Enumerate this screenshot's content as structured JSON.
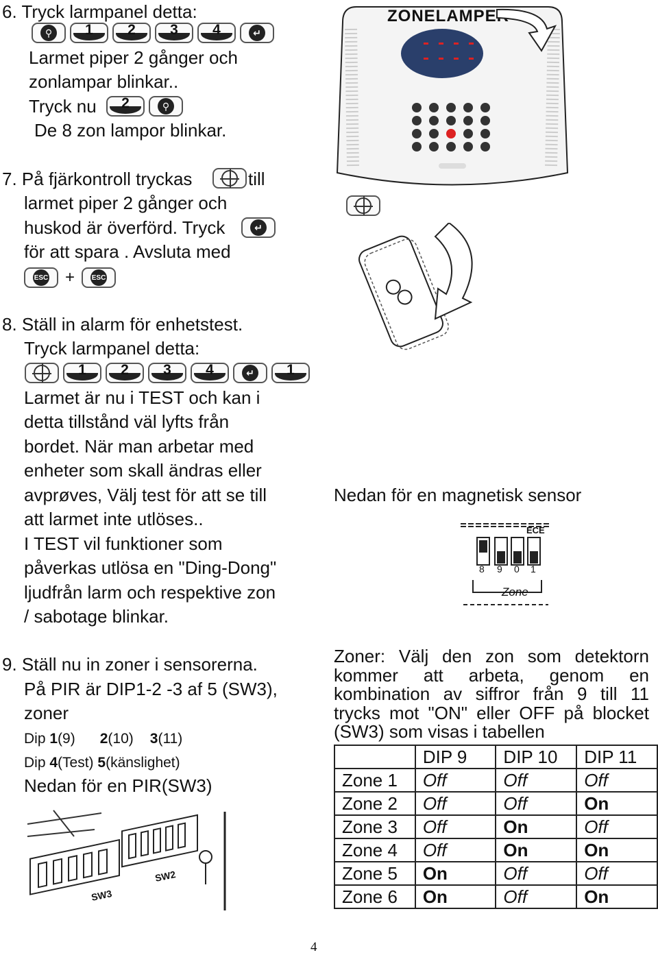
{
  "step6": {
    "title": "6.   Tryck larmpanel detta:",
    "line1": "Larmet piper 2 gånger och",
    "line2": "zonlampar blinkar..",
    "press_now": "Tryck nu",
    "line4": "De 8 zon lampor blinkar.",
    "keys": [
      "key",
      "1",
      "2",
      "3",
      "4",
      "enter"
    ],
    "now_keys": [
      "2",
      "key"
    ]
  },
  "panel": {
    "label": "ZONELAMPER",
    "icon": "alarm-panel-image"
  },
  "step7": {
    "line1a": "7.  På fjärkontroll tryckas",
    "line1b": "till",
    "line2": "larmet piper 2 gånger och",
    "line3": "huskod är överförd. Tryck",
    "line4": "för att spara . Avsluta med",
    "esc_label": "ESC",
    "plus": "+"
  },
  "step8": {
    "title": "8.  Ställ in alarm för enhetstest.",
    "sub": "Tryck larmpanel detta:",
    "keys": [
      "crosshair",
      "1",
      "2",
      "3",
      "4",
      "enter",
      "1"
    ],
    "body": [
      "Larmet är nu i TEST och kan i",
      "detta tillstånd väl lyfts från",
      "bordet. När man arbetar med",
      "enheter som skall ändras eller",
      "avprøves, Välj test för att se till",
      "att larmet inte utlöses..",
      "I TEST vil funktioner som",
      "påverkas utlösa en \"Ding-Dong\"",
      "ljudfrån larm och respektive zon",
      "/ sabotage blinkar."
    ]
  },
  "magnetic": {
    "caption": "Nedan för en magnetisk sensor",
    "zone_label": "Zone",
    "dip_labels": [
      "8",
      "9",
      "0",
      "1"
    ],
    "top_label": "ECE"
  },
  "step9": {
    "title": "9.  Ställ nu in zoner i sensorerna.",
    "line2": "På PIR är DIP1-2 -3 af 5 (SW3),",
    "line3": "zoner",
    "dip_a": {
      "n1": "1",
      "t1": "(9)",
      "n2": "2",
      "t2": "(10)",
      "n3": "3",
      "t3": "(11)",
      "prefix": "Dip "
    },
    "dip_b": {
      "prefix": "Dip ",
      "n1": "4",
      "t1": "(Test) ",
      "n2": "5",
      "t2": "(känslighet)"
    },
    "pir_caption": "Nedan för en PIR(SW3)",
    "sw3": "SW3",
    "sw2": "SW2"
  },
  "zoner_text": [
    "Zoner: Välj den zon som detektorn",
    "kommer att arbeta, genom en",
    "kombination av siffror från 9 till 11",
    "trycks mot \"ON\" eller OFF på blocket",
    "(SW3) som visas i tabellen"
  ],
  "table": {
    "headers": [
      "",
      "DIP 9",
      "DIP 10",
      "DIP 11"
    ],
    "rows": [
      [
        "Zone 1",
        "Off",
        "Off",
        "Off"
      ],
      [
        "Zone 2",
        "Off",
        "Off",
        "On"
      ],
      [
        "Zone 3",
        "Off",
        "On",
        "Off"
      ],
      [
        "Zone 4",
        "Off",
        "On",
        "On"
      ],
      [
        "Zone 5",
        "On",
        "Off",
        "Off"
      ],
      [
        "Zone 6",
        "On",
        "Off",
        "On"
      ]
    ]
  },
  "page_number": "4"
}
